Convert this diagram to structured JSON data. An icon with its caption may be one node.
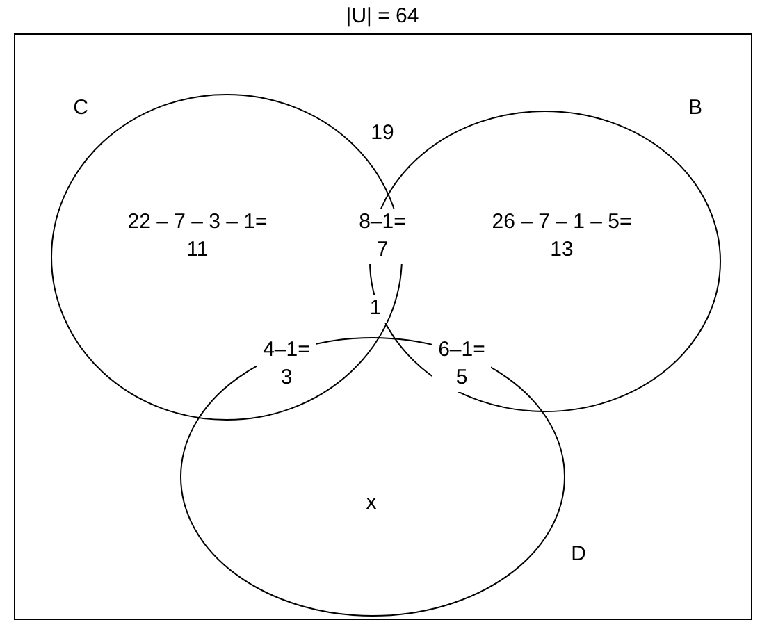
{
  "diagram": {
    "nodes": [
      {
        "text": [
          "|U| = 64"
        ]
      },
      {
        "text": [
          "C"
        ],
        "in": 0
      },
      {
        "text": [
          "B"
        ],
        "in": 0
      },
      {
        "text": [
          "D"
        ],
        "in": 0
      }
    ],
    "labels": [
      "19",
      "22 – 7 – 3 – 1= 11",
      "8–1= 7",
      "26 – 7 – 1 – 5= 13",
      "1",
      "4–1= 3",
      "6–1= 5",
      "x"
    ]
  }
}
